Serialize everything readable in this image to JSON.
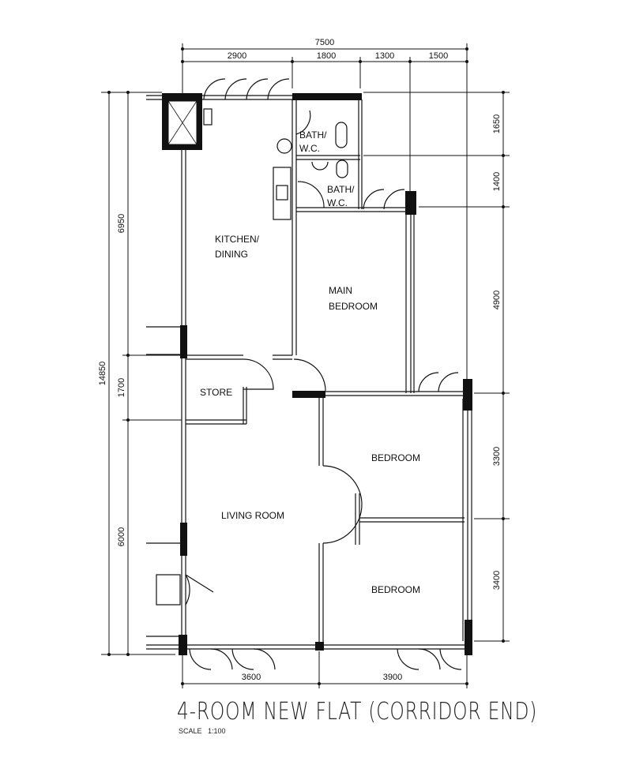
{
  "title": "4-ROOM NEW FLAT (CORRIDOR END)",
  "scale": "SCALE   1:100",
  "rooms": {
    "kitchen_1": "KITCHEN/",
    "kitchen_2": "DINING",
    "bath1_1": "BATH/",
    "bath1_2": "W.C.",
    "bath2_1": "BATH/",
    "bath2_2": "W.C.",
    "main_bedroom_1": "MAIN",
    "main_bedroom_2": "BEDROOM",
    "store": "STORE",
    "bedroom_upper": "BEDROOM",
    "bedroom_lower": "BEDROOM",
    "living_room": "LIVING ROOM"
  },
  "dimensions": {
    "top_total": "7500",
    "top": [
      "2900",
      "1800",
      "1300",
      "1500"
    ],
    "left_total": "14850",
    "left": [
      "6950",
      "1700",
      "6000"
    ],
    "right": [
      "1650",
      "1400",
      "4900",
      "3300",
      "3400"
    ],
    "bottom": [
      "3600",
      "3900"
    ]
  }
}
